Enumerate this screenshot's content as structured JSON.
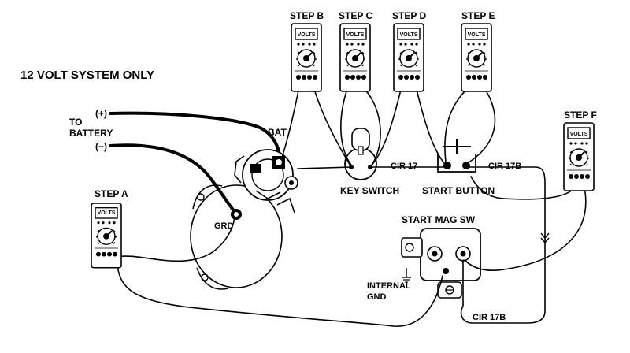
{
  "title": "12 VOLT SYSTEM ONLY",
  "battery": {
    "positive": "(+)",
    "negative": "(−)",
    "label": [
      "TO",
      "BATTERY"
    ]
  },
  "starter": {
    "bat_label": "BAT",
    "grd_label": "GRD"
  },
  "key_switch": {
    "label": "KEY SWITCH"
  },
  "start_button": {
    "label": "START BUTTON"
  },
  "mag_switch": {
    "label": "START MAG SW",
    "internal_gnd": [
      "INTERNAL",
      "GND"
    ]
  },
  "circuits": {
    "cir17": "CIR 17",
    "cir17b_top": "CIR 17B",
    "cir17b_bottom": "CIR 17B"
  },
  "meter_display": "VOLTS",
  "steps": {
    "a": "STEP A",
    "b": "STEP B",
    "c": "STEP C",
    "d": "STEP D",
    "e": "STEP E",
    "f": "STEP F"
  }
}
